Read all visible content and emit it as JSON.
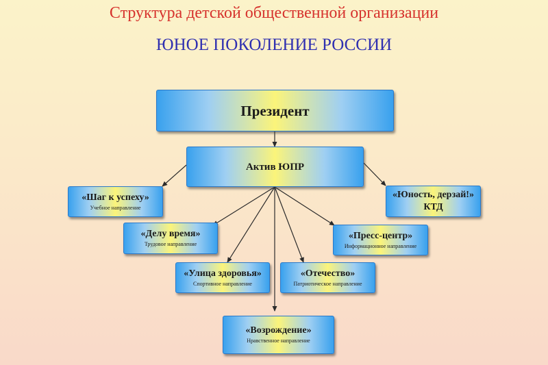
{
  "title": {
    "line1": "Структура детской  общественной  организации",
    "line2": "ЮНОЕ ПОКОЛЕНИЕ РОССИИ"
  },
  "nodes": {
    "president": {
      "label": "Президент"
    },
    "aktiv": {
      "label": "Актив ЮПР"
    },
    "shag": {
      "label": "«Шаг к успеху»",
      "sub": "Учебное направление"
    },
    "delu": {
      "label": "«Делу время»",
      "sub": "Трудовое направление"
    },
    "ulitsa": {
      "label": "«Улица здоровья»",
      "sub": "Спортивное направление"
    },
    "vozrozhdenie": {
      "label": "«Возрождение»",
      "sub": "Нравственное направление"
    },
    "otechestvo": {
      "label": "«Отечество»",
      "sub": "Патриотическое направление"
    },
    "press": {
      "label": "«Пресс-центр»",
      "sub": "Информационное направление"
    },
    "yunost": {
      "label": "«Юность, дерзай!»",
      "sub": "КТД"
    }
  },
  "colors": {
    "title_red": "#d6322d",
    "title_blue": "#2f2fb0",
    "box_edge_blue": "#39a1ee",
    "box_center_yellow": "#fbf47a",
    "arrow": "#2b2b2b"
  }
}
